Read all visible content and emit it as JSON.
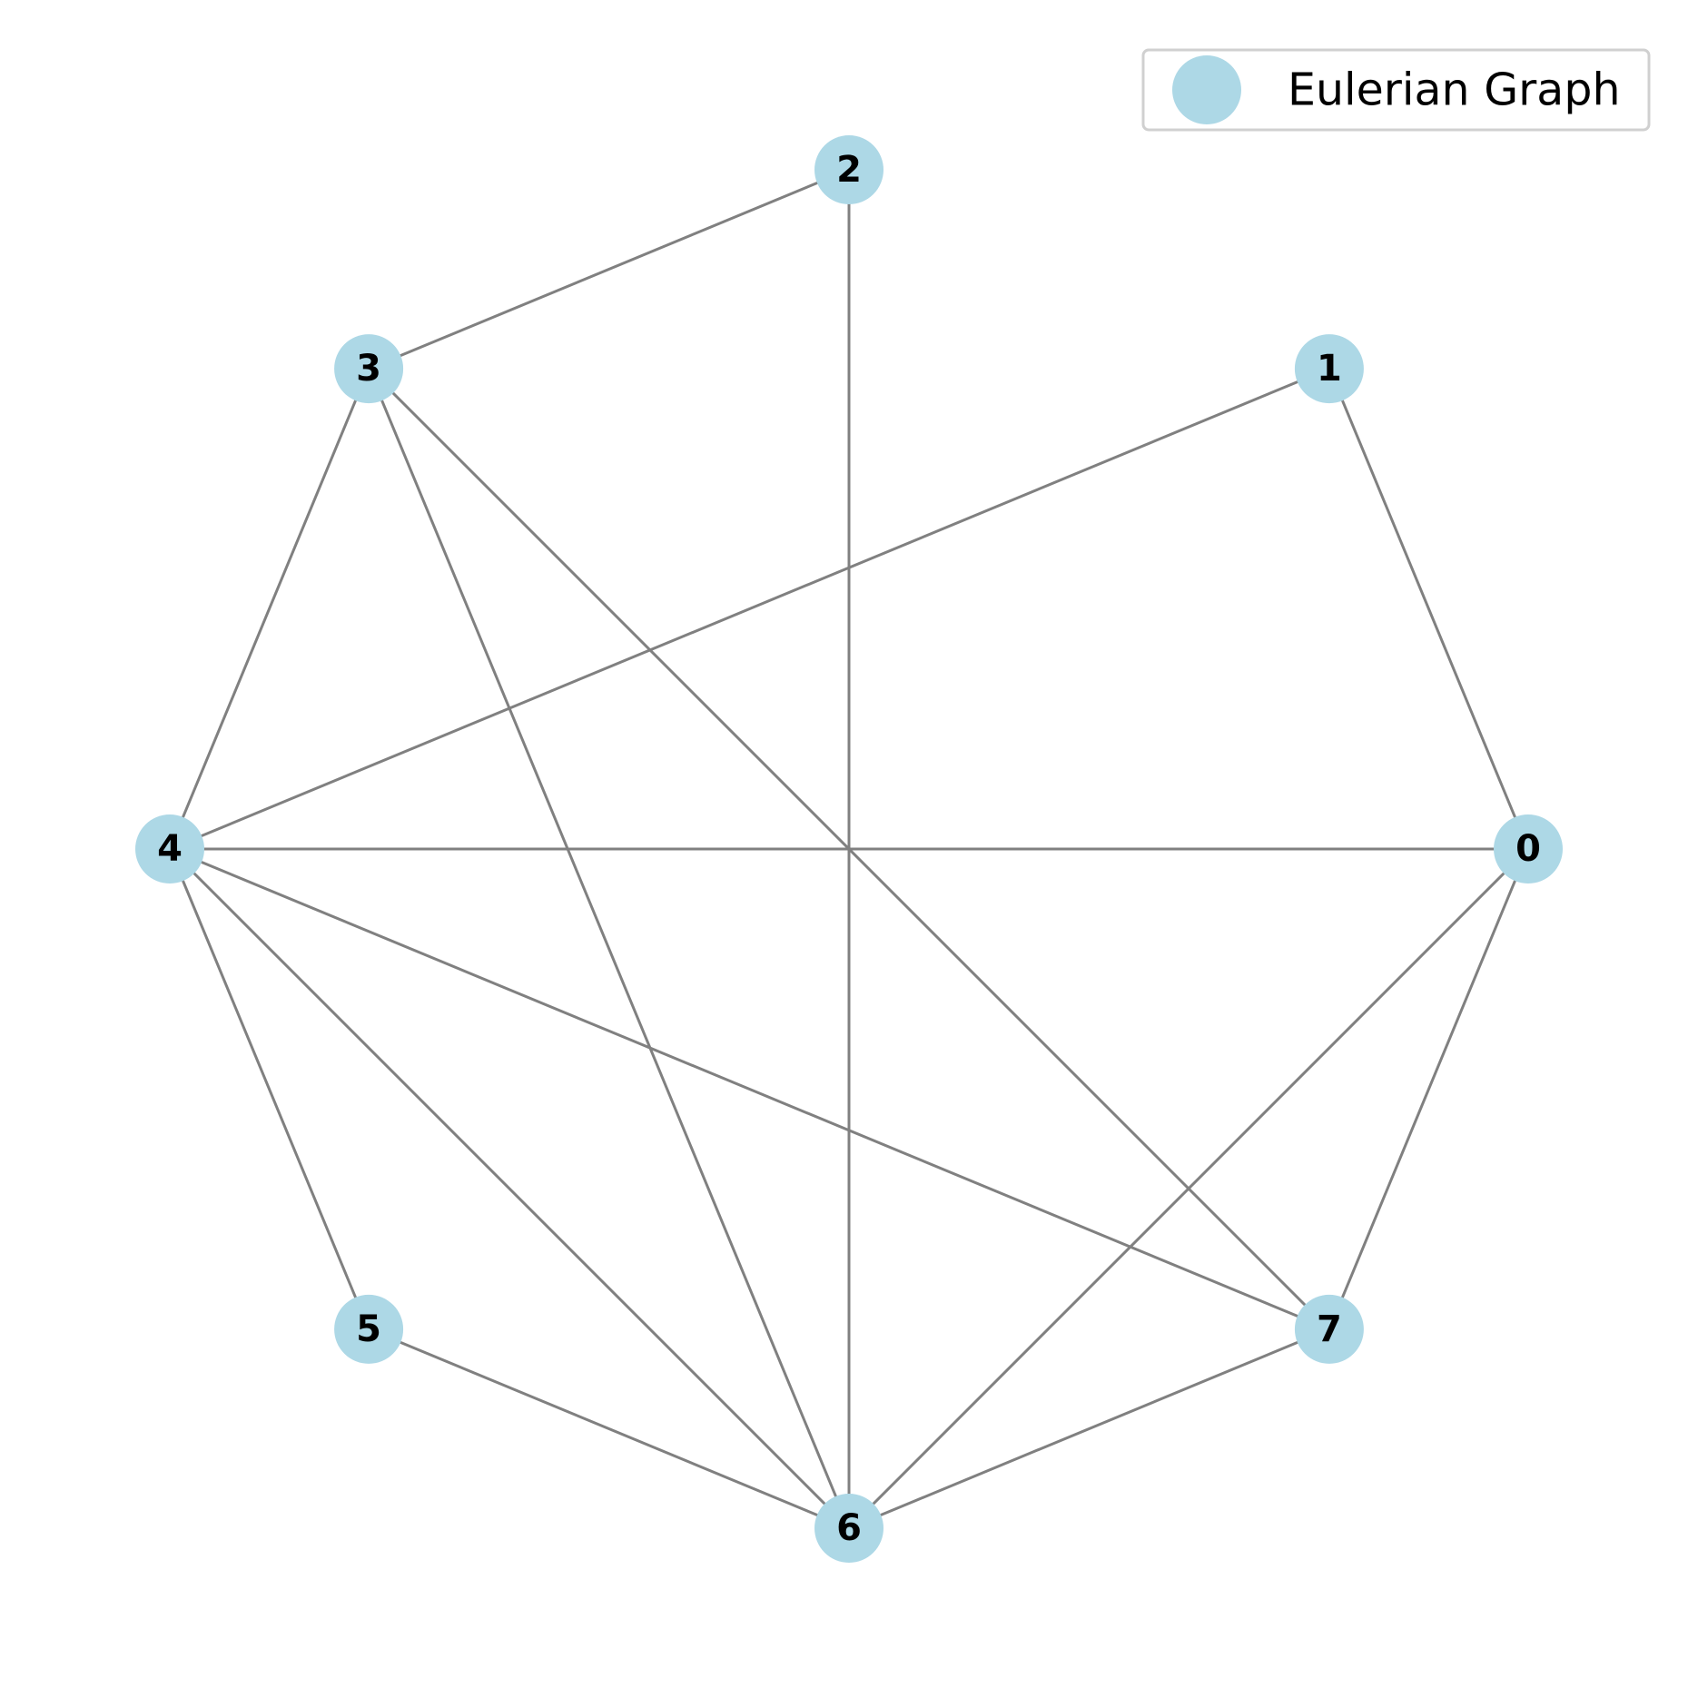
{
  "graph": {
    "node_color": "#add8e6",
    "edge_color": "#808080",
    "label_color": "#000000",
    "nodes": [
      {
        "id": "0",
        "label": "0"
      },
      {
        "id": "1",
        "label": "1"
      },
      {
        "id": "2",
        "label": "2"
      },
      {
        "id": "3",
        "label": "3"
      },
      {
        "id": "4",
        "label": "4"
      },
      {
        "id": "5",
        "label": "5"
      },
      {
        "id": "6",
        "label": "6"
      },
      {
        "id": "7",
        "label": "7"
      }
    ],
    "edges": [
      [
        "0",
        "1"
      ],
      [
        "0",
        "4"
      ],
      [
        "0",
        "6"
      ],
      [
        "0",
        "7"
      ],
      [
        "1",
        "4"
      ],
      [
        "2",
        "3"
      ],
      [
        "2",
        "6"
      ],
      [
        "3",
        "4"
      ],
      [
        "3",
        "6"
      ],
      [
        "3",
        "7"
      ],
      [
        "4",
        "5"
      ],
      [
        "4",
        "6"
      ],
      [
        "4",
        "7"
      ],
      [
        "5",
        "6"
      ],
      [
        "6",
        "7"
      ]
    ]
  },
  "legend": {
    "label": "Eulerian Graph",
    "marker_color": "#add8e6"
  }
}
